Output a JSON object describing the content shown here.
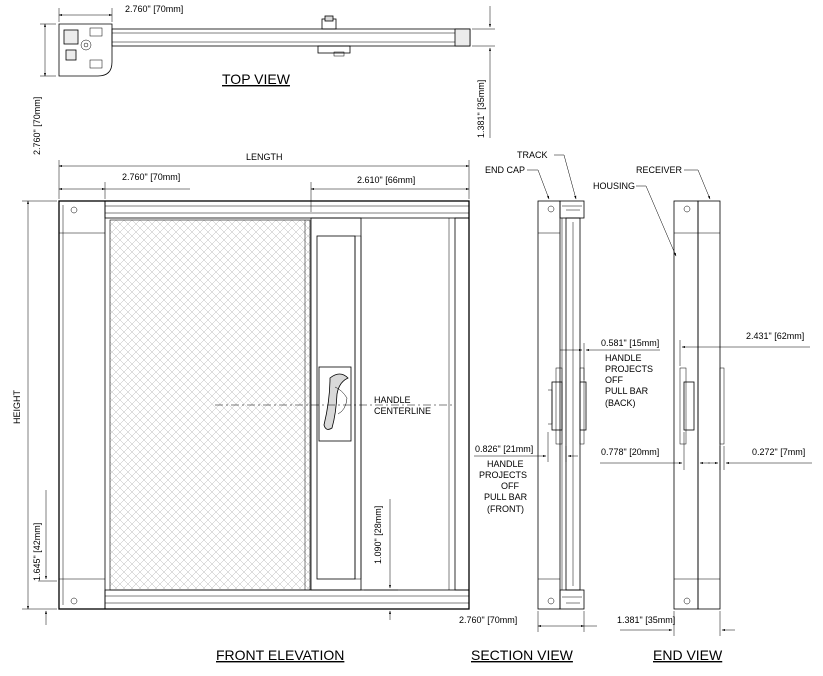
{
  "views": {
    "top": "TOP VIEW",
    "front": "FRONT ELEVATION",
    "section": "SECTION VIEW",
    "end": "END VIEW"
  },
  "dimensions": {
    "top_width": "2.760\" [70mm]",
    "top_left_height": "2.760\" [70mm]",
    "top_right_height": "1.381\" [35mm]",
    "length": "LENGTH",
    "height": "HEIGHT",
    "front_left_width": "2.760\" [70mm]",
    "front_right_width": "2.610\" [66mm]",
    "front_bottom_height": "1.645\" [42mm]",
    "handle_bottom_height": "1.090\" [28mm]",
    "section_back": "0.581\" [15mm]",
    "section_front": "0.826\" [21mm]",
    "section_bottom": "2.760\" [70mm]",
    "end_right_top": "2.431\" [62mm]",
    "end_left_mid": "0.778\" [20mm]",
    "end_right_mid": "0.272\" [7mm]",
    "end_bottom": "1.381\" [35mm]"
  },
  "labels": {
    "handle_centerline": [
      "HANDLE",
      "CENTERLINE"
    ],
    "track": "TRACK",
    "end_cap": "END CAP",
    "receiver": "RECEIVER",
    "housing": "HOUSING",
    "back_note": [
      "HANDLE",
      "PROJECTS",
      "OFF",
      "PULL BAR",
      "(BACK)"
    ],
    "front_note": [
      "HANDLE",
      "PROJECTS",
      "OFF",
      "PULL BAR",
      "(FRONT)"
    ]
  }
}
